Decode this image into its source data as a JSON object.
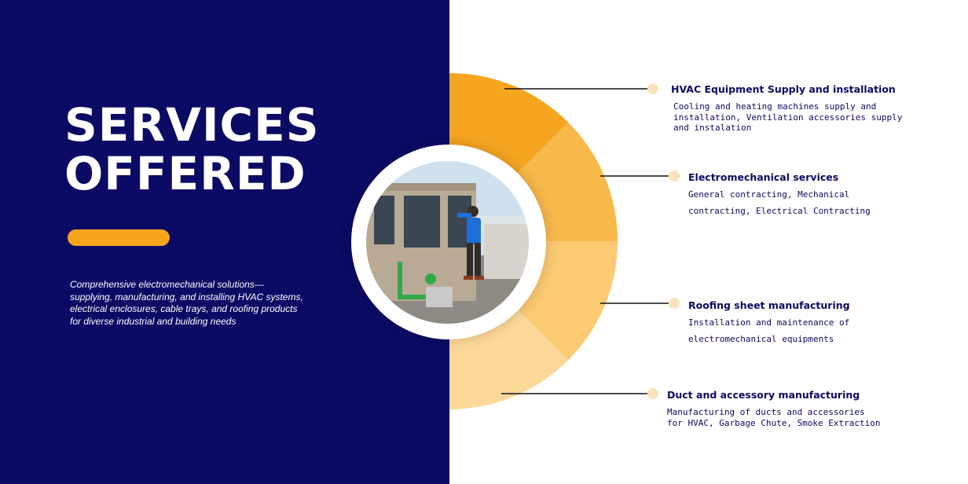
{
  "hero": {
    "title_line1": "SERVICES",
    "title_line2": "OFFERED",
    "description": "Comprehensive electromechanical solutions—supplying, manufacturing, and installing HVAC systems, electrical enclosures, cable trays, and roofing products for diverse industrial and building needs"
  },
  "services": [
    {
      "title": "HVAC Equipment Supply and installation",
      "description": "Cooling and heating machines supply and\ninstallation, Ventilation accessories supply\nand instalation"
    },
    {
      "title": "Electromechanical services",
      "description": "General contracting, Mechanical\ncontracting, Electrical Contracting"
    },
    {
      "title": "Roofing sheet manufacturing",
      "description": "Installation and maintenance of\nelectromechanical equipments"
    },
    {
      "title": "Duct and accessory manufacturing",
      "description": "Manufacturing of ducts and accessories\nfor HVAC, Garbage Chute, Smoke Extraction"
    }
  ],
  "colors": {
    "navy": "#0b0a64",
    "accent": "#f7a41d",
    "segment_1": "#f6a521",
    "segment_2": "#f8b94b",
    "segment_3": "#fbca73",
    "segment_4": "#fcd899",
    "connector_dot": "#fbe2bd"
  },
  "icons": {
    "photo": "hvac-technician-photo"
  }
}
